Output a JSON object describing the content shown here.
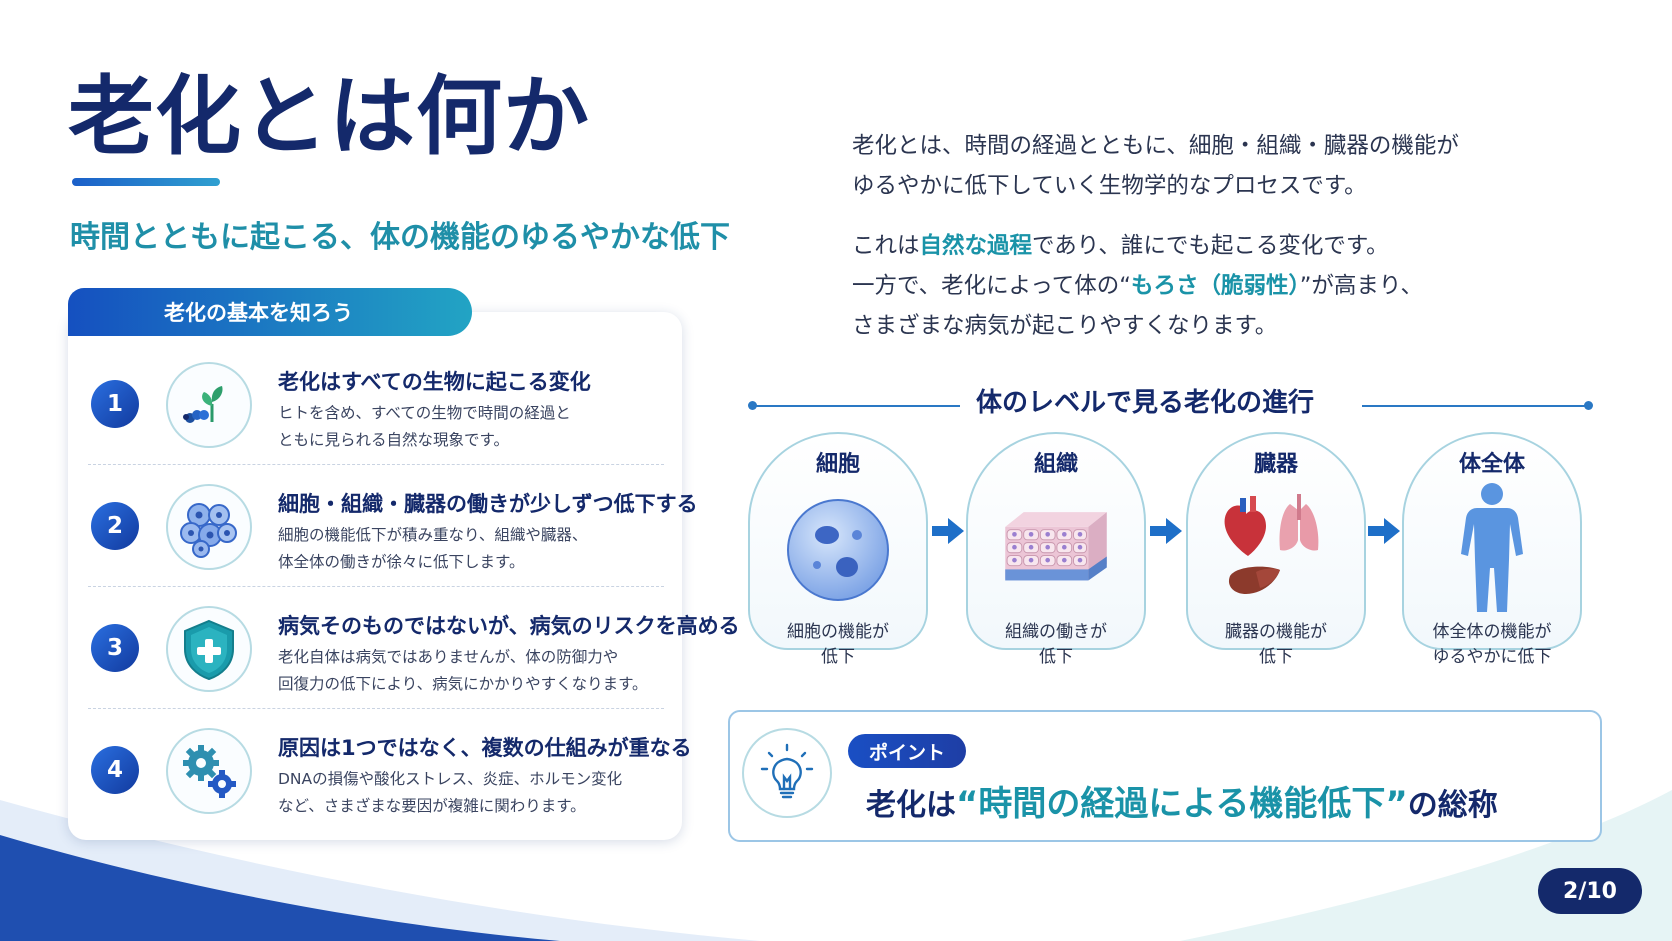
{
  "slide": {
    "title": "老化とは何か",
    "subtitle": "時間とともに起こる、体の機能のゆるやかな低下",
    "page_indicator": "2/10"
  },
  "basics": {
    "tab_label": "老化の基本を知ろう",
    "items": [
      {
        "number": "1",
        "heading": "老化はすべての生物に起こる変化",
        "desc_lines": [
          "ヒトを含め、すべての生物で時間の経過と",
          "ともに見られる自然な現象です。"
        ],
        "icon": "caterpillar-sprout-icon"
      },
      {
        "number": "2",
        "heading": "細胞・組織・臓器の働きが少しずつ低下する",
        "desc_lines": [
          "細胞の機能低下が積み重なり、組織や臓器、",
          "体全体の働きが徐々に低下します。"
        ],
        "icon": "cells-icon"
      },
      {
        "number": "3",
        "heading": "病気そのものではないが、病気のリスクを高める",
        "desc_lines": [
          "老化自体は病気ではありませんが、体の防御力や",
          "回復力の低下により、病気にかかりやすくなります。"
        ],
        "icon": "shield-plus-icon"
      },
      {
        "number": "4",
        "heading": "原因は1つではなく、複数の仕組みが重なる",
        "desc_lines": [
          "DNAの損傷や酸化ストレス、炎症、ホルモン変化",
          "など、さまざまな要因が複雑に関わります。"
        ],
        "icon": "gears-icon"
      }
    ]
  },
  "intro": {
    "para1": [
      "老化とは、時間の経過とともに、細胞・組織・臓器の機能が",
      "ゆるやかに低下していく生物学的なプロセスです。"
    ],
    "para2_line1_pre": "これは",
    "para2_line1_hl": "自然な過程",
    "para2_line1_post": "であり、誰にでも起こる変化です。",
    "para2_line2_pre": "一方で、老化によって体の“",
    "para2_line2_hl": "もろさ（脆弱性）",
    "para2_line2_post": "”が高まり、",
    "para2_line3": "さまざまな病気が起こりやすくなります。"
  },
  "levels": {
    "title": "体のレベルで見る老化の進行",
    "stages": [
      {
        "name": "細胞",
        "caption": [
          "細胞の機能が",
          "低下"
        ],
        "icon": "cell-icon"
      },
      {
        "name": "組織",
        "caption": [
          "組織の働きが",
          "低下"
        ],
        "icon": "tissue-icon"
      },
      {
        "name": "臓器",
        "caption": [
          "臓器の機能が",
          "低下"
        ],
        "icon": "organs-icon"
      },
      {
        "name": "体全体",
        "caption": [
          "体全体の機能が",
          "ゆるやかに低下"
        ],
        "icon": "human-body-icon"
      }
    ]
  },
  "point": {
    "badge": "ポイント",
    "text_pre": "老化は",
    "open_quote": "“",
    "text_hl": "時間の経過による機能低下",
    "close_quote": "”",
    "text_post": "の総称",
    "icon": "lightbulb-icon"
  },
  "colors": {
    "navy": "#14296b",
    "teal": "#1a93a8",
    "blue": "#1b5fc9",
    "arch_border": "#a7d3e0"
  }
}
